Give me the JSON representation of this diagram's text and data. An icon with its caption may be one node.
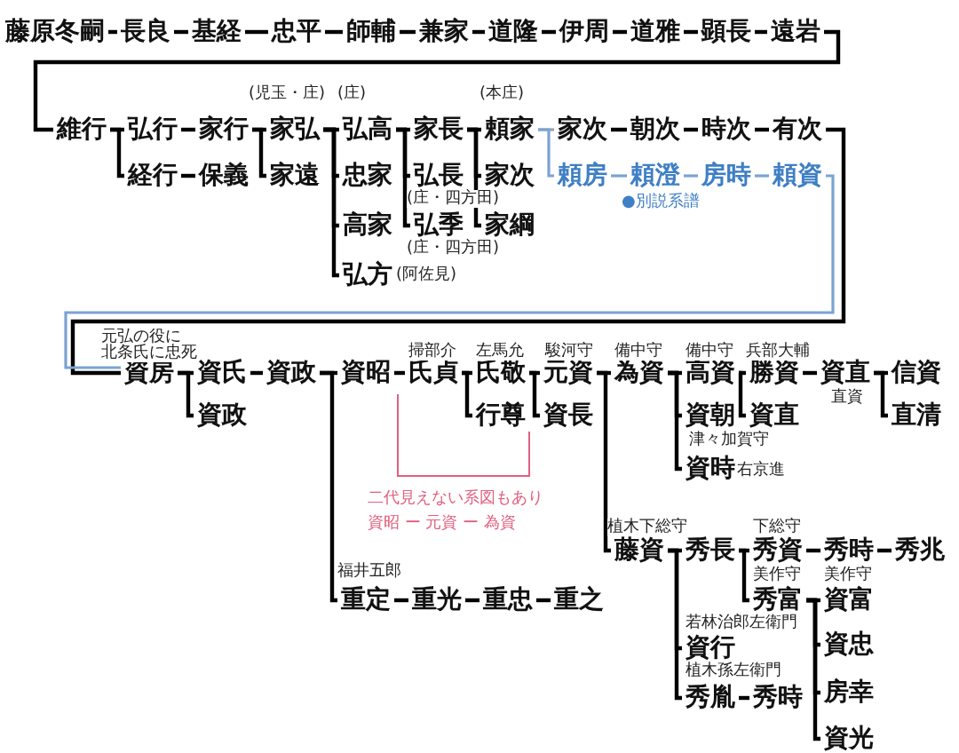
{
  "diagram": {
    "nodes": [
      {
        "text": [
          "藤原冬嗣"
        ]
      },
      {
        "text": [
          "長良"
        ]
      },
      {
        "text": [
          "基経"
        ]
      },
      {
        "text": [
          "忠平"
        ]
      },
      {
        "text": [
          "師輔"
        ]
      },
      {
        "text": [
          "兼家"
        ]
      },
      {
        "text": [
          "道隆"
        ]
      },
      {
        "text": [
          "伊周"
        ]
      },
      {
        "text": [
          "道雅"
        ]
      },
      {
        "text": [
          "顕長"
        ]
      },
      {
        "text": [
          "遠岩"
        ]
      },
      {
        "text": [
          "維行"
        ]
      },
      {
        "text": [
          "弘行"
        ]
      },
      {
        "text": [
          "家行"
        ]
      },
      {
        "text": [
          "家弘"
        ],
        "beside": [
          "(児玉・庄)"
        ]
      },
      {
        "text": [
          "弘高"
        ],
        "beside": [
          "(庄)"
        ]
      },
      {
        "text": [
          "家長"
        ]
      },
      {
        "text": [
          "頼家"
        ],
        "beside": [
          "(本庄)"
        ]
      },
      {
        "text": [
          "家次"
        ]
      },
      {
        "text": [
          "朝次"
        ]
      },
      {
        "text": [
          "時次"
        ]
      },
      {
        "text": [
          "有次"
        ]
      },
      {
        "text": [
          "経行"
        ]
      },
      {
        "text": [
          "保義"
        ]
      },
      {
        "text": [
          "家遠"
        ]
      },
      {
        "text": [
          "忠家"
        ]
      },
      {
        "text": [
          "弘長"
        ],
        "beside": [
          "(庄・四方田)"
        ]
      },
      {
        "text": [
          "家次"
        ]
      },
      {
        "text": [
          "頼房"
        ]
      },
      {
        "text": [
          "頼澄"
        ]
      },
      {
        "text": [
          "房時"
        ]
      },
      {
        "text": [
          "頼資"
        ]
      },
      {
        "text": [
          "高家"
        ]
      },
      {
        "text": [
          "弘季"
        ],
        "beside": [
          "(庄・四方田)"
        ]
      },
      {
        "text": [
          "家綱"
        ]
      },
      {
        "text": [
          "弘方"
        ],
        "beside": [
          "(阿佐見)"
        ]
      },
      {
        "text": [
          "資房"
        ],
        "beside": [
          "元弘の役に",
          "北条氏に忠死"
        ]
      },
      {
        "text": [
          "資氏"
        ]
      },
      {
        "text": [
          "資政"
        ]
      },
      {
        "text": [
          "資昭"
        ]
      },
      {
        "text": [
          "氏貞"
        ],
        "beside": [
          "掃部介"
        ]
      },
      {
        "text": [
          "氏敬"
        ],
        "beside": [
          "左馬允"
        ]
      },
      {
        "text": [
          "元資"
        ],
        "beside": [
          "駿河守"
        ]
      },
      {
        "text": [
          "為資"
        ],
        "beside": [
          "備中守"
        ]
      },
      {
        "text": [
          "高資"
        ],
        "beside": [
          "備中守"
        ]
      },
      {
        "text": [
          "勝資"
        ],
        "beside": [
          "兵部大輔"
        ]
      },
      {
        "text": [
          "資直"
        ],
        "beside": [
          "直資"
        ]
      },
      {
        "text": [
          "信資"
        ]
      },
      {
        "text": [
          "資政"
        ]
      },
      {
        "text": [
          "行尊"
        ]
      },
      {
        "text": [
          "資長"
        ]
      },
      {
        "text": [
          "資朝"
        ],
        "beside": [
          "津々加賀守"
        ]
      },
      {
        "text": [
          "資直"
        ]
      },
      {
        "text": [
          "直清"
        ]
      },
      {
        "text": [
          "資時"
        ],
        "beside": [
          "右京進"
        ]
      },
      {
        "text": [
          "藤資"
        ],
        "beside": [
          "植木下総守"
        ]
      },
      {
        "text": [
          "秀長"
        ]
      },
      {
        "text": [
          "秀資"
        ],
        "beside": [
          "下総守"
        ]
      },
      {
        "text": [
          "秀時"
        ]
      },
      {
        "text": [
          "秀兆"
        ]
      },
      {
        "text": [
          "重定"
        ],
        "beside": [
          "福井五郎"
        ]
      },
      {
        "text": [
          "重光"
        ]
      },
      {
        "text": [
          "重忠"
        ]
      },
      {
        "text": [
          "重之"
        ]
      },
      {
        "text": [
          "秀富"
        ],
        "beside": [
          "美作守"
        ]
      },
      {
        "text": [
          "資富"
        ],
        "beside": [
          "美作守"
        ]
      },
      {
        "text": [
          "資行"
        ],
        "beside": [
          "若林治郎左衛門"
        ]
      },
      {
        "text": [
          "資忠"
        ]
      },
      {
        "text": [
          "秀胤"
        ],
        "beside": [
          "植木孫左衛門"
        ]
      },
      {
        "text": [
          "秀時"
        ]
      },
      {
        "text": [
          "房幸"
        ]
      },
      {
        "text": [
          "資光"
        ]
      }
    ],
    "edges": [
      {
        "from": 0,
        "to": 1,
        "arrow": "none"
      },
      {
        "from": 1,
        "to": 2,
        "arrow": "none"
      },
      {
        "from": 2,
        "to": 3,
        "arrow": "none"
      },
      {
        "from": 3,
        "to": 4,
        "arrow": "none"
      },
      {
        "from": 4,
        "to": 5,
        "arrow": "none"
      },
      {
        "from": 5,
        "to": 6,
        "arrow": "none"
      },
      {
        "from": 6,
        "to": 7,
        "arrow": "none"
      },
      {
        "from": 7,
        "to": 8,
        "arrow": "none"
      },
      {
        "from": 8,
        "to": 9,
        "arrow": "none"
      },
      {
        "from": 9,
        "to": 10,
        "arrow": "none"
      },
      {
        "from": 10,
        "to": 11,
        "arrow": "none"
      },
      {
        "from": 11,
        "to": 12,
        "arrow": "none"
      },
      {
        "from": 11,
        "to": 22,
        "arrow": "none"
      },
      {
        "from": 12,
        "to": 13,
        "arrow": "none"
      },
      {
        "from": 22,
        "to": 23,
        "arrow": "none"
      },
      {
        "from": 13,
        "to": 14,
        "arrow": "none"
      },
      {
        "from": 13,
        "to": 24,
        "arrow": "none"
      },
      {
        "from": 14,
        "to": 15,
        "arrow": "none"
      },
      {
        "from": 14,
        "to": 25,
        "arrow": "none"
      },
      {
        "from": 14,
        "to": 32,
        "arrow": "none"
      },
      {
        "from": 14,
        "to": 35,
        "arrow": "none"
      },
      {
        "from": 15,
        "to": 16,
        "arrow": "none"
      },
      {
        "from": 15,
        "to": 26,
        "arrow": "none"
      },
      {
        "from": 15,
        "to": 33,
        "arrow": "none"
      },
      {
        "from": 16,
        "to": 17,
        "arrow": "none"
      },
      {
        "from": 16,
        "to": 27,
        "arrow": "none"
      },
      {
        "from": 16,
        "to": 34,
        "arrow": "none"
      },
      {
        "from": 17,
        "to": 18,
        "arrow": "none",
        "color": "#9aa3ad"
      },
      {
        "from": 17,
        "to": 28,
        "arrow": "none",
        "color": "#7ba3d3"
      },
      {
        "from": 18,
        "to": 19,
        "arrow": "none"
      },
      {
        "from": 19,
        "to": 20,
        "arrow": "none"
      },
      {
        "from": 20,
        "to": 21,
        "arrow": "none"
      },
      {
        "from": 28,
        "to": 29,
        "arrow": "none",
        "color": "#7ba3d3"
      },
      {
        "from": 29,
        "to": 30,
        "arrow": "none",
        "color": "#7ba3d3"
      },
      {
        "from": 30,
        "to": 31,
        "arrow": "none",
        "color": "#7ba3d3"
      },
      {
        "from": 21,
        "to": 36,
        "arrow": "none"
      },
      {
        "from": 31,
        "to": 36,
        "arrow": "none",
        "color": "#7ba3d3"
      },
      {
        "from": 36,
        "to": 37,
        "arrow": "none"
      },
      {
        "from": 36,
        "to": 48,
        "arrow": "none"
      },
      {
        "from": 37,
        "to": 38,
        "arrow": "none"
      },
      {
        "from": 38,
        "to": 39,
        "arrow": "none"
      },
      {
        "from": 38,
        "to": 60,
        "arrow": "none"
      },
      {
        "from": 39,
        "to": 40,
        "arrow": "none"
      },
      {
        "from": 40,
        "to": 41,
        "arrow": "none"
      },
      {
        "from": 40,
        "to": 49,
        "arrow": "none"
      },
      {
        "from": 41,
        "to": 42,
        "arrow": "none"
      },
      {
        "from": 41,
        "to": 50,
        "arrow": "none"
      },
      {
        "from": 42,
        "to": 43,
        "arrow": "none"
      },
      {
        "from": 42,
        "to": 55,
        "arrow": "none"
      },
      {
        "from": 43,
        "to": 44,
        "arrow": "none"
      },
      {
        "from": 43,
        "to": 51,
        "arrow": "none"
      },
      {
        "from": 43,
        "to": 54,
        "arrow": "none"
      },
      {
        "from": 44,
        "to": 45,
        "arrow": "none"
      },
      {
        "from": 44,
        "to": 52,
        "arrow": "none"
      },
      {
        "from": 45,
        "to": 46,
        "arrow": "none"
      },
      {
        "from": 46,
        "to": 47,
        "arrow": "none"
      },
      {
        "from": 46,
        "to": 53,
        "arrow": "none"
      },
      {
        "from": 55,
        "to": 56,
        "arrow": "none"
      },
      {
        "from": 55,
        "to": 66,
        "arrow": "none"
      },
      {
        "from": 55,
        "to": 68,
        "arrow": "none"
      },
      {
        "from": 56,
        "to": 57,
        "arrow": "none"
      },
      {
        "from": 56,
        "to": 64,
        "arrow": "none"
      },
      {
        "from": 57,
        "to": 58,
        "arrow": "none"
      },
      {
        "from": 58,
        "to": 59,
        "arrow": "none"
      },
      {
        "from": 60,
        "to": 61,
        "arrow": "none"
      },
      {
        "from": 61,
        "to": 62,
        "arrow": "none"
      },
      {
        "from": 62,
        "to": 63,
        "arrow": "none"
      },
      {
        "from": 64,
        "to": 65,
        "arrow": "none"
      },
      {
        "from": 64,
        "to": 67,
        "arrow": "none"
      },
      {
        "from": 64,
        "to": 70,
        "arrow": "none"
      },
      {
        "from": 64,
        "to": 71,
        "arrow": "none"
      },
      {
        "from": 68,
        "to": 69,
        "arrow": "none"
      }
    ],
    "labels": [
      "●別説系譜",
      "二代見えない系図もあり",
      "資昭 ー 元資 ー 為資"
    ]
  }
}
